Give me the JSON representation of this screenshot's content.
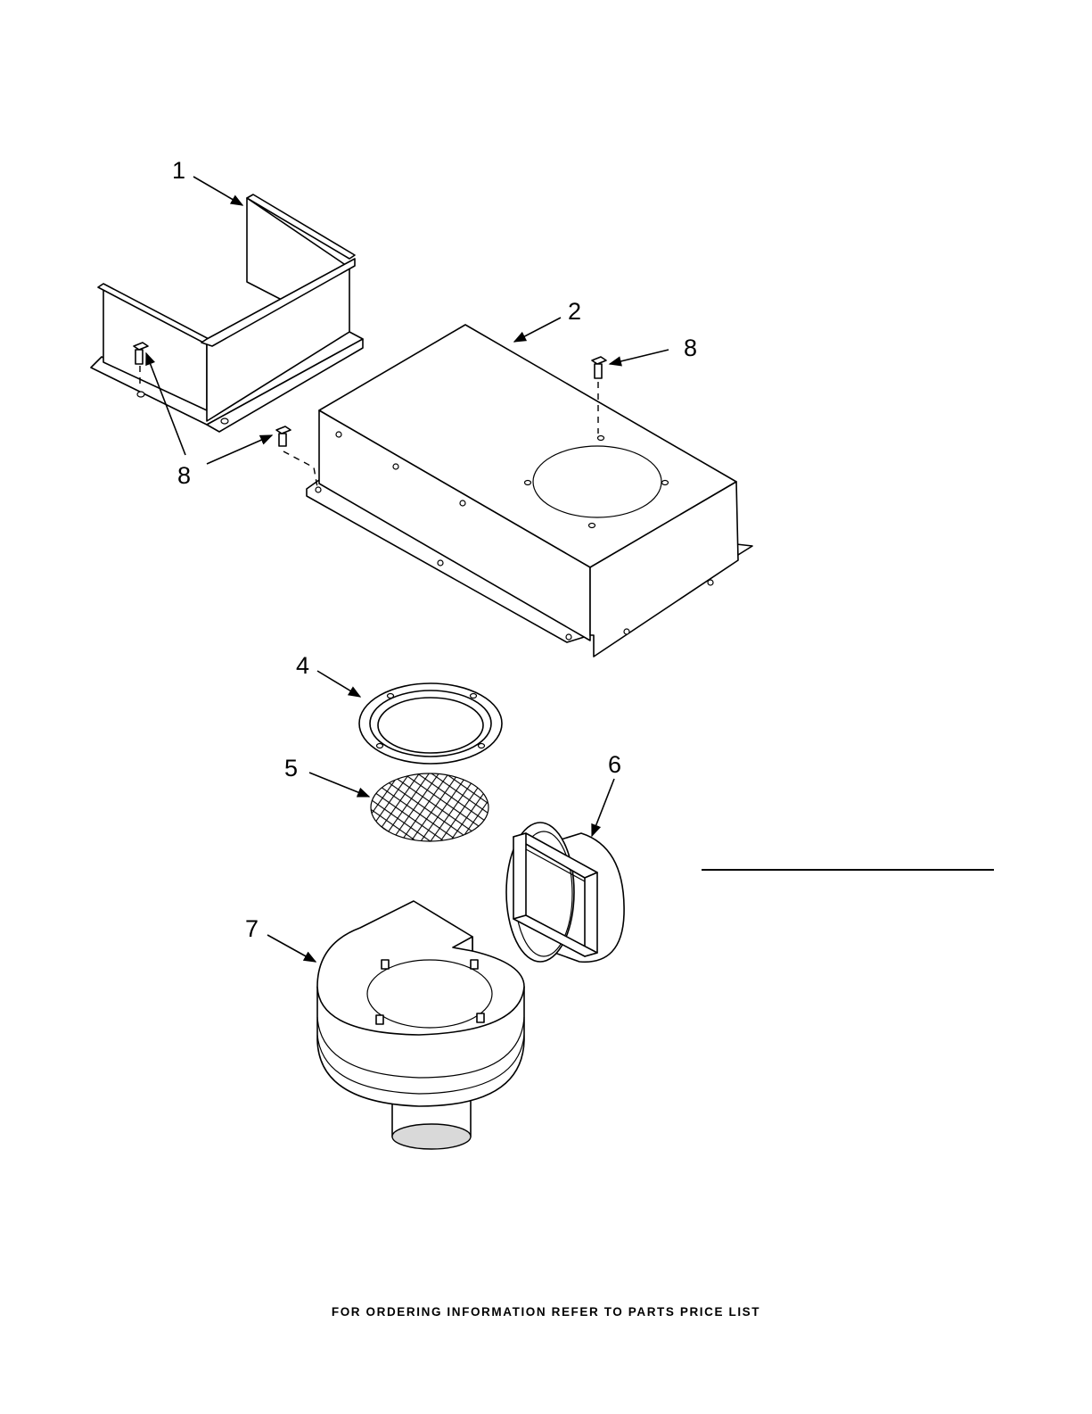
{
  "callouts": [
    {
      "id": "c1",
      "label": "1"
    },
    {
      "id": "c2",
      "label": "2"
    },
    {
      "id": "c8a",
      "label": "8"
    },
    {
      "id": "c8b",
      "label": "8"
    },
    {
      "id": "c4",
      "label": "4"
    },
    {
      "id": "c5",
      "label": "5"
    },
    {
      "id": "c6",
      "label": "6"
    },
    {
      "id": "c7",
      "label": "7"
    }
  ],
  "footer": "FOR ORDERING INFORMATION REFER TO PARTS PRICE LIST"
}
